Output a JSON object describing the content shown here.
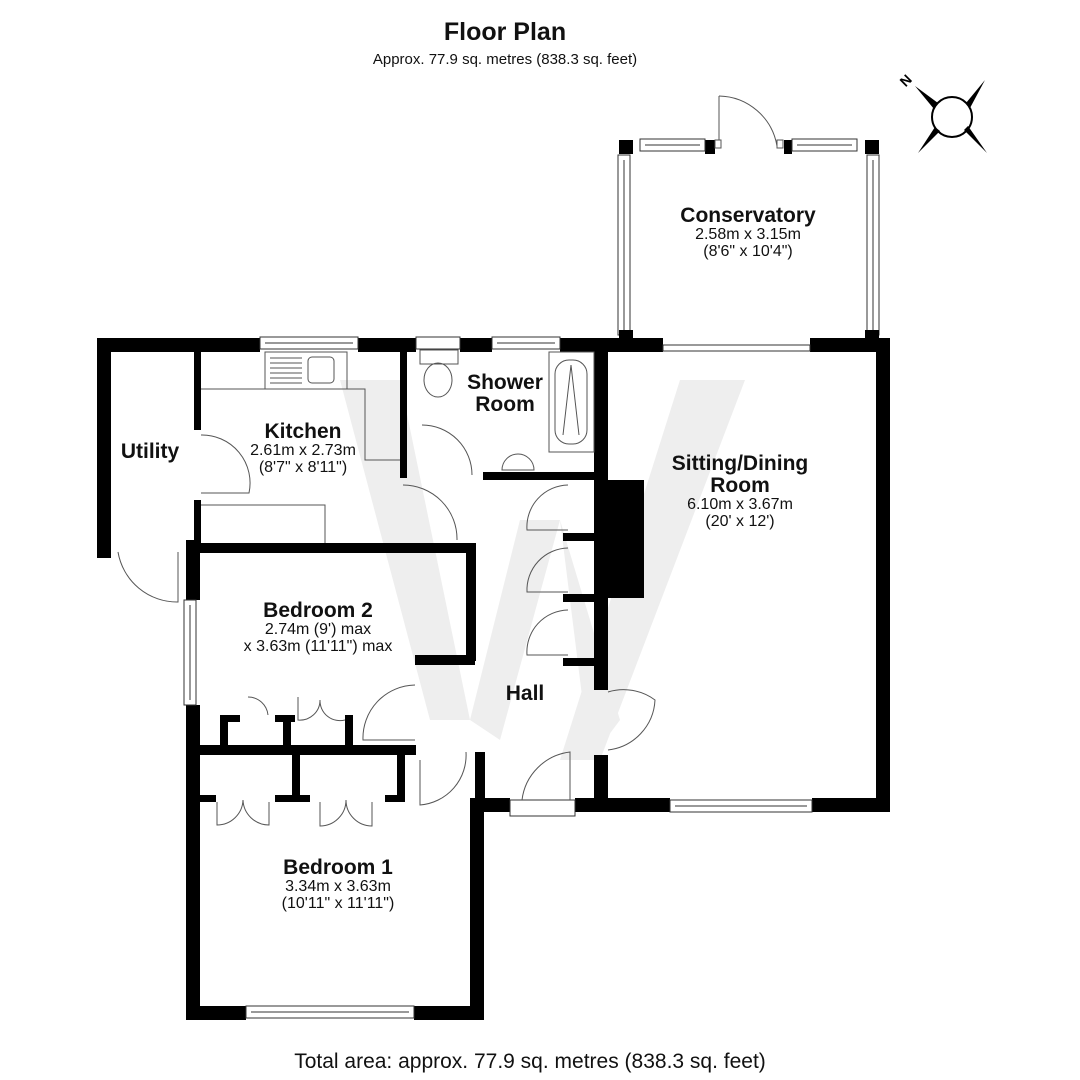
{
  "header": {
    "title": "Floor Plan",
    "subtitle": "Approx. 77.9 sq. metres (838.3 sq. feet)"
  },
  "compass": {
    "label": "N",
    "icon": "compass-rose-icon"
  },
  "rooms": {
    "conservatory": {
      "name": "Conservatory",
      "dim_m": "2.58m x 3.15m",
      "dim_ft": "(8'6\" x 10'4\")"
    },
    "kitchen": {
      "name": "Kitchen",
      "dim_m": "2.61m x 2.73m",
      "dim_ft": "(8'7\" x 8'11\")"
    },
    "utility": {
      "name": "Utility"
    },
    "shower_room": {
      "name_line1": "Shower",
      "name_line2": "Room"
    },
    "sitting_dining": {
      "name_line1": "Sitting/Dining",
      "name_line2": "Room",
      "dim_m": "6.10m x 3.67m",
      "dim_ft": "(20' x 12')"
    },
    "bedroom2": {
      "name": "Bedroom 2",
      "dim_line1": "2.74m (9') max",
      "dim_line2": "x 3.63m (11'11\") max"
    },
    "hall": {
      "name": "Hall"
    },
    "bedroom1": {
      "name": "Bedroom 1",
      "dim_m": "3.34m x 3.63m",
      "dim_ft": "(10'11\" x 11'11\")"
    }
  },
  "footer": {
    "total_area": "Total area: approx. 77.9 sq. metres (838.3 sq. feet)"
  },
  "colors": {
    "wall": "#000000",
    "floor": "#ffffff",
    "watermark": "#ececec",
    "line": "#555555"
  }
}
